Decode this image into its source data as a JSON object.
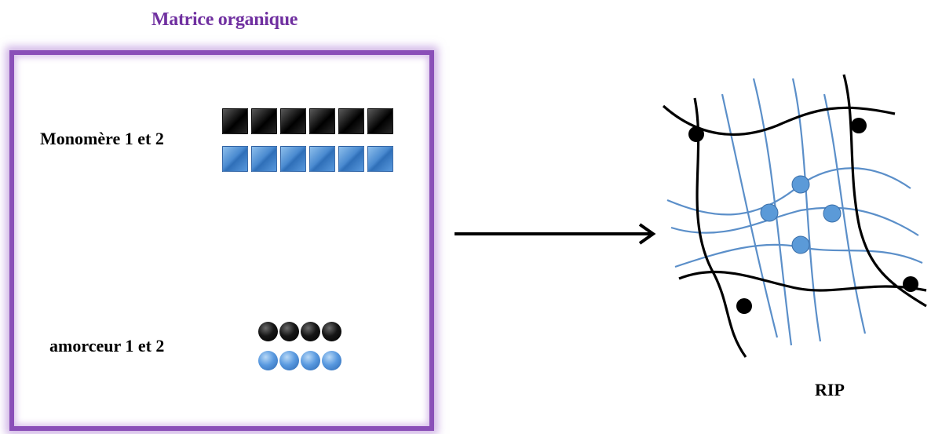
{
  "title": "Matrice organique",
  "labels": {
    "monomere": "Monomère 1 et 2",
    "amorceur": "amorceur 1 et 2",
    "rip": "RIP"
  },
  "colors": {
    "title": "#7030a0",
    "box_border": "#8a4fb8",
    "black_units": "#000000",
    "blue_units": "#4a8ad0",
    "network_blue": "#5b8fc9"
  },
  "counts": {
    "black_squares": 6,
    "blue_squares": 6,
    "black_balls": 4,
    "blue_balls": 4
  }
}
